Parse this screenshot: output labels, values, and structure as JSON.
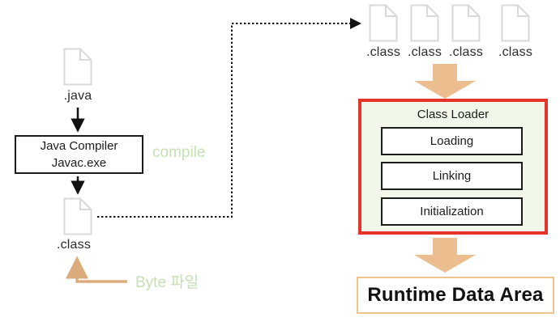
{
  "diagram": {
    "left_flow": {
      "java_file_label": ".java",
      "compiler": {
        "line1": "Java Compiler",
        "line2": "Javac.exe"
      },
      "compile_label": "compile",
      "class_file_label": ".class",
      "byte_file_label": "Byte 파일"
    },
    "right_flow": {
      "class_file_labels": [
        ".class",
        ".class",
        ".class",
        ".class"
      ],
      "class_loader": {
        "title": "Class Loader",
        "stages": [
          "Loading",
          "Linking",
          "Initialization"
        ]
      },
      "runtime_label": "Runtime Data Area"
    },
    "colors": {
      "green_text": "#c6e0b4",
      "loader_background": "#f1f8e9",
      "loader_border_red": "#e5352b",
      "block_arrow_tan": "#ecbd8e",
      "elbow_arrow_tan": "#dcab7c",
      "runtime_border_tan": "#f2c28f",
      "file_icon_gray": "#d9d9d9",
      "line_black": "#111111"
    }
  }
}
